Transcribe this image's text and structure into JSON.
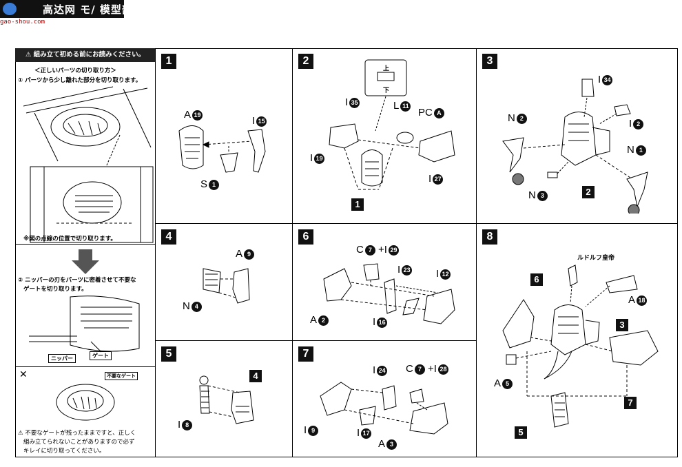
{
  "banner": {
    "title": "高达网 モ/ 模型部",
    "url": "gao-shou.com"
  },
  "sidebar": {
    "header": "⚠ 組み立て初める前にお読みください。",
    "line1": "＜正しいパーツの切り取り方＞",
    "line2": "① パーツから少し離れた部分を切り取ります。",
    "note1": "※図の点線の位置で切り取ります。",
    "line3": "② ニッパーの刃をパーツに密着させて不要な",
    "line4": "ゲートを切り取ります。",
    "nipper": "ニッパー",
    "gate": "ゲート",
    "cross": "✕",
    "unneeded": "不要なゲート",
    "warn1": "⚠ 不要なゲートが残ったままですと、正しく",
    "warn2": "組み立てられないことがありますので必ず",
    "warn3": "キレイに切り取ってください。"
  },
  "steps": {
    "s1": {
      "no": "1",
      "labels": [
        [
          "A",
          "19"
        ],
        [
          "I",
          "15"
        ],
        [
          "S",
          "1"
        ]
      ]
    },
    "s2": {
      "no": "2",
      "labels": [
        [
          "I",
          "35"
        ],
        [
          "L",
          "11"
        ],
        [
          "PC",
          "A"
        ],
        [
          "I",
          "19"
        ],
        [
          "I",
          "27"
        ]
      ],
      "ref": "1",
      "up": "上",
      "down": "下"
    },
    "s3": {
      "no": "3",
      "labels": [
        [
          "I",
          "34"
        ],
        [
          "N",
          "2"
        ],
        [
          "I",
          "2"
        ],
        [
          "N",
          "1"
        ],
        [
          "N",
          "3"
        ]
      ],
      "ref": "2"
    },
    "s4": {
      "no": "4",
      "labels": [
        [
          "A",
          "9"
        ],
        [
          "N",
          "4"
        ]
      ]
    },
    "s5": {
      "no": "5",
      "labels": [
        [
          "I",
          "8"
        ]
      ],
      "ref": "4"
    },
    "s6": {
      "no": "6",
      "labels": [
        [
          "C",
          "7"
        ],
        [
          "I",
          "29"
        ],
        [
          "I",
          "23"
        ],
        [
          "I",
          "12"
        ],
        [
          "A",
          "2"
        ],
        [
          "I",
          "16"
        ]
      ]
    },
    "s7": {
      "no": "7",
      "labels": [
        [
          "I",
          "24"
        ],
        [
          "C",
          "7"
        ],
        [
          "I",
          "28"
        ],
        [
          "I",
          "9"
        ],
        [
          "I",
          "17"
        ],
        [
          "A",
          "3"
        ]
      ]
    },
    "s8": {
      "no": "8",
      "labels": [
        [
          "A",
          "18"
        ],
        [
          "A",
          "5"
        ]
      ],
      "refs": [
        "6",
        "3",
        "7",
        "5"
      ],
      "figure": "ルドルフ皇帝"
    }
  }
}
